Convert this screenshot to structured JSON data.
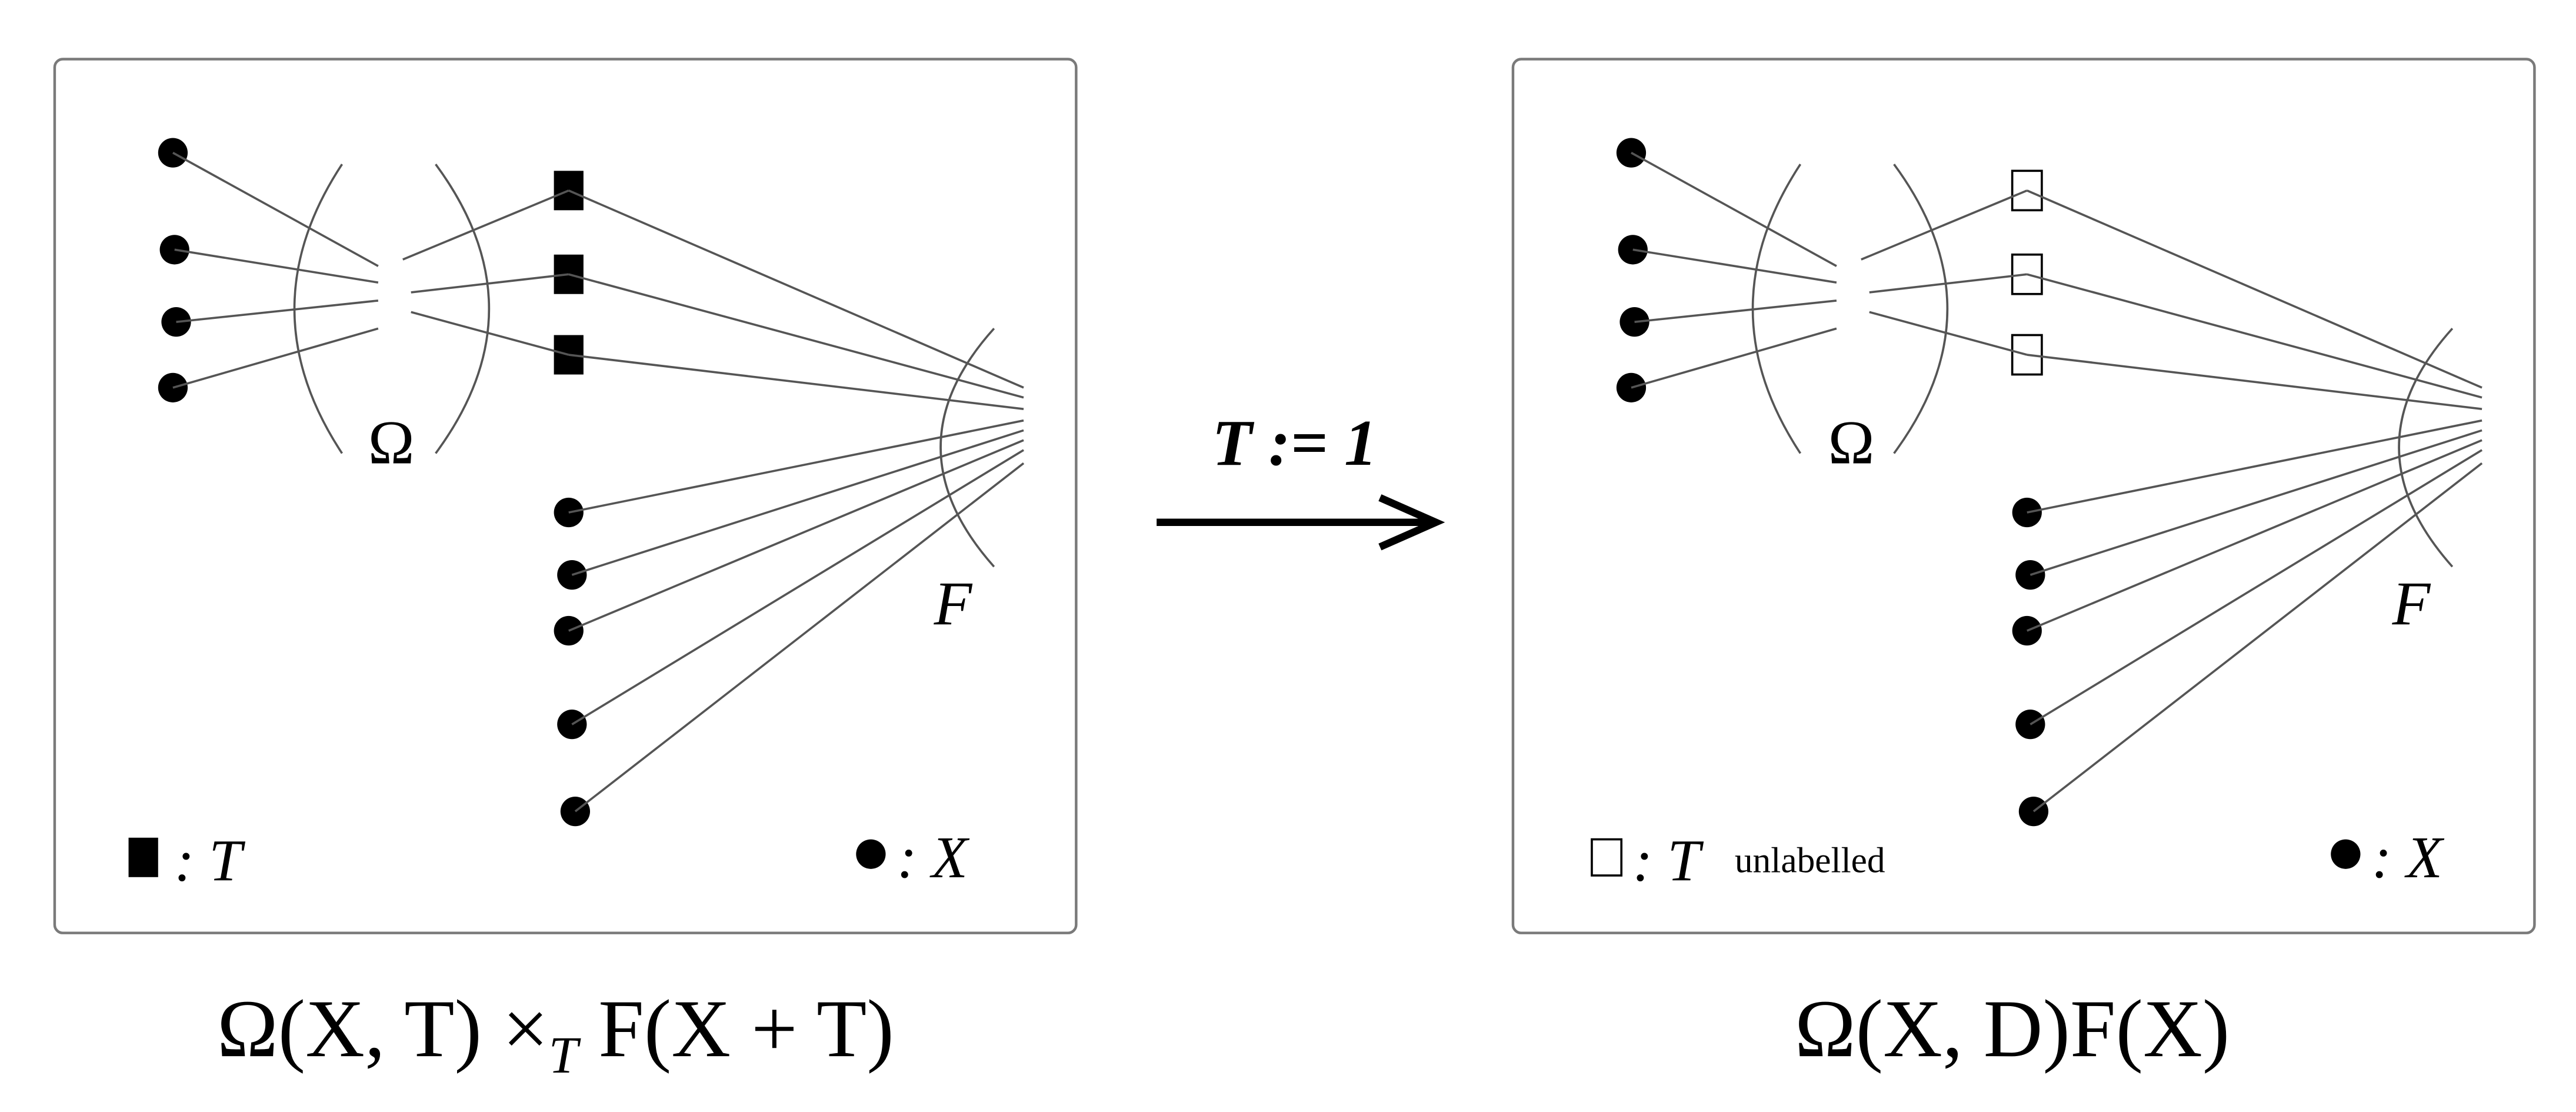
{
  "left_panel": {
    "omega_label": "Ω",
    "f_label": "F",
    "legend_t_label": ": T",
    "legend_x_label": ": X",
    "caption": {
      "main": "Ω(X, T) ×",
      "sub": "T",
      "rest": " F(X + T)"
    }
  },
  "arrow": {
    "label": "T := 1"
  },
  "right_panel": {
    "omega_label": "Ω",
    "f_label": "F",
    "legend_t_label": ": T",
    "legend_t_note": "unlabelled",
    "legend_x_label": ": X",
    "caption": "Ω(X, D)F(X)"
  },
  "colors": {
    "line": "#555555",
    "ink": "#000000",
    "frame": "#7a7a7a"
  }
}
